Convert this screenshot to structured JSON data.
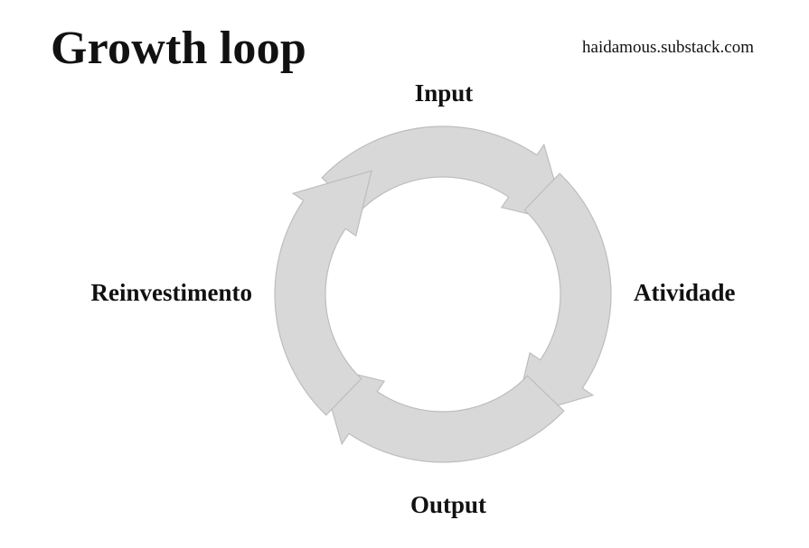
{
  "header": {
    "title": "Growth loop",
    "source": "haidamous.substack.com"
  },
  "diagram": {
    "type": "cycle",
    "fill_color": "#d8d8d8",
    "stroke_color": "#bdbdbd",
    "nodes": [
      {
        "label": "Input"
      },
      {
        "label": "Atividade"
      },
      {
        "label": "Output"
      },
      {
        "label": "Reinvestimento"
      }
    ]
  }
}
